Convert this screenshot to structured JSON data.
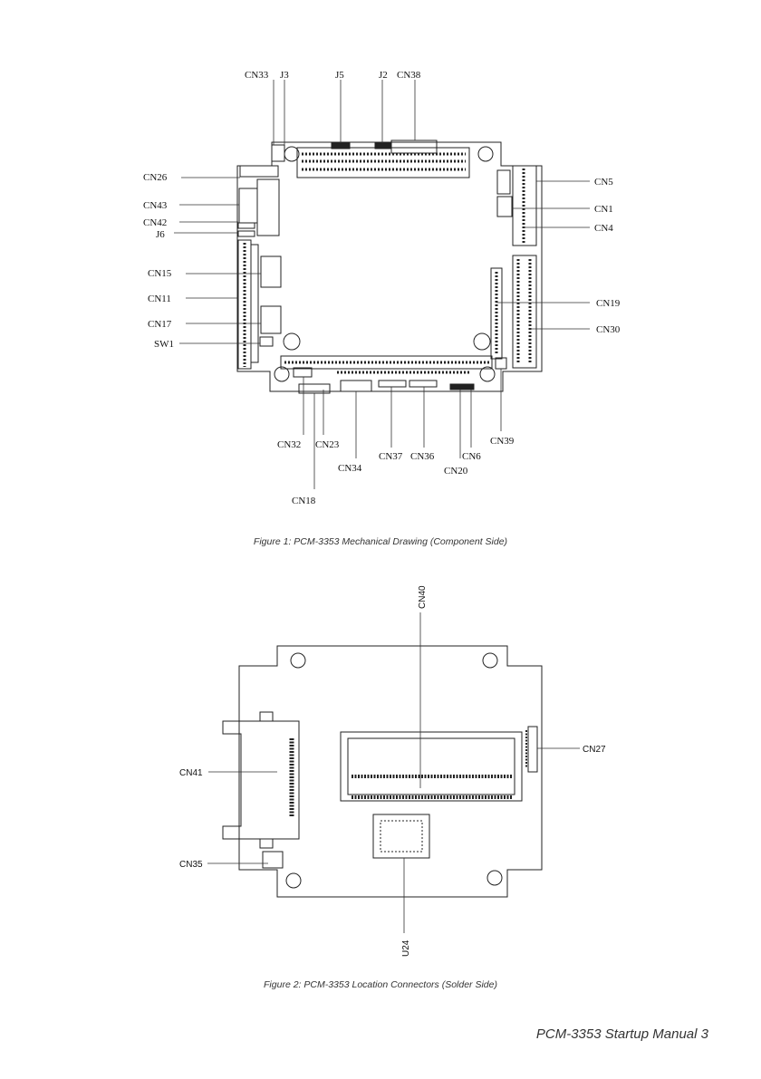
{
  "figure1": {
    "caption": "Figure 1: PCM-3353 Mechanical Drawing (Component Side)",
    "labels": {
      "cn33": "CN33",
      "j3": "J3",
      "j5": "J5",
      "j2": "J2",
      "cn38": "CN38",
      "cn26": "CN26",
      "cn43": "CN43",
      "cn42": "CN42",
      "j6": "J6",
      "cn15": "CN15",
      "cn11": "CN11",
      "cn17": "CN17",
      "sw1": "SW1",
      "cn5": "CN5",
      "cn1": "CN1",
      "cn4": "CN4",
      "cn19": "CN19",
      "cn30": "CN30",
      "cn32": "CN32",
      "cn23": "CN23",
      "cn34": "CN34",
      "cn37": "CN37",
      "cn36": "CN36",
      "cn6": "CN6",
      "cn20": "CN20",
      "cn39": "CN39",
      "cn18": "CN18"
    }
  },
  "figure2": {
    "caption": "Figure 2: PCM-3353 Location Connectors (Solder Side)",
    "labels": {
      "cn40": "CN40",
      "cn41": "CN41",
      "cn27": "CN27",
      "cn35": "CN35",
      "u24": "U24"
    }
  },
  "footer": "PCM-3353 Startup Manual  3"
}
